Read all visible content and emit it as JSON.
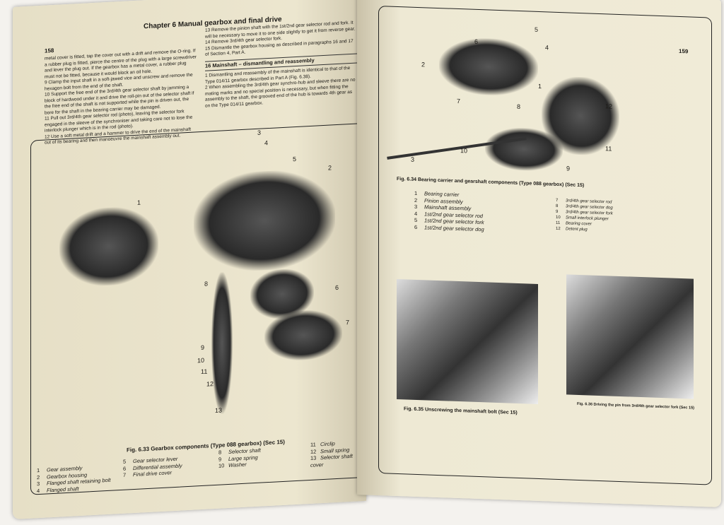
{
  "left_page": {
    "header": "Chapter 6  Manual gearbox and final drive",
    "page_number": "158",
    "column1": [
      "metal cover is fitted, tap the cover out with a drift and remove the O-ring. If a rubber plug is fitted, pierce the centre of the plug with a large screwdriver and lever the plug out. If the gearbox has a metal cover, a rubber plug must not be fitted, because it would block an oil hole.",
      "9 Clamp the input shaft in a soft-jawed vice and unscrew and remove the hexagon bolt from the end of the shaft.",
      "10 Support the free end of the 3rd/4th gear selector shaft by jamming a block of hardwood under it and drive the roll-pin out of the selector shaft if the free end of the shaft is not supported while the pin is driven out, the bore for the shaft in the bearing carrier may be damaged.",
      "11 Pull out 3rd/4th gear selector rod (photo), leaving the selector fork engaged in the sleeve of the synchroniser and taking care not to lose the interlock plunger which is in the rod (photo).",
      "12 Use a soft metal drift and a hammer to drive the end of the mainshaft out of its bearing and then manoeuvre the mainshaft assembly out."
    ],
    "column2": [
      "13 Remove the pinion shaft with the 1st/2nd gear selector rod and fork. It will be necessary to move it to one side slightly to get it from reverse gear.",
      "14 Remove 3rd/4th gear selector fork.",
      "15 Dismantle the gearbox housing as described in paragraphs 16 and 17 of Section 4, Part A."
    ],
    "section_title": "16 Mainshaft – dismantling and reassembly",
    "column2b": [
      "1 Dismantling and reassembly of the mainshaft is identical to that of the Type 014/11 gearbox described in Part A (Fig. 6.38).",
      "2 When assembling the 3rd/4th gear synchro-hub and sleeve there are no mating marks and no special position is necessary, but when fitting the assembly to the shaft, the grooved end of the hub is towards 4th gear as on the Type 014/11 gearbox."
    ],
    "callouts": [
      "3",
      "4",
      "5",
      "2",
      "1",
      "8",
      "6",
      "7",
      "9",
      "10",
      "11",
      "12",
      "13"
    ],
    "figure_caption": "Fig. 6.33 Gearbox components (Type 088 gearbox) (Sec 15)",
    "legend": [
      {
        "n": "1",
        "t": "Gear assembly"
      },
      {
        "n": "2",
        "t": "Gearbox housing"
      },
      {
        "n": "3",
        "t": "Flanged shaft retaining bolt"
      },
      {
        "n": "4",
        "t": "Flanged shaft"
      },
      {
        "n": "5",
        "t": "Gear selector lever"
      },
      {
        "n": "6",
        "t": "Differential assembly"
      },
      {
        "n": "7",
        "t": "Final drive cover"
      },
      {
        "n": "8",
        "t": "Selector shaft"
      },
      {
        "n": "9",
        "t": "Large spring"
      },
      {
        "n": "10",
        "t": "Washer"
      },
      {
        "n": "11",
        "t": "Circlip"
      },
      {
        "n": "12",
        "t": "Small spring"
      },
      {
        "n": "13",
        "t": "Selector shaft cover"
      }
    ]
  },
  "right_page": {
    "page_number": "159",
    "callouts": [
      "5",
      "6",
      "4",
      "2",
      "1",
      "7",
      "8",
      "12",
      "3",
      "10",
      "9",
      "11"
    ],
    "fig34_caption": "Fig. 6.34 Bearing carrier and gearshaft components (Type 088 gearbox) (Sec 15)",
    "fig34_legend": [
      {
        "n": "1",
        "t": "Bearing carrier"
      },
      {
        "n": "2",
        "t": "Pinion assembly"
      },
      {
        "n": "3",
        "t": "Mainshaft assembly"
      },
      {
        "n": "4",
        "t": "1st/2nd gear selector rod"
      },
      {
        "n": "5",
        "t": "1st/2nd gear selector fork"
      },
      {
        "n": "6",
        "t": "1st/2nd gear selector dog"
      },
      {
        "n": "7",
        "t": "3rd/4th gear selector rod"
      },
      {
        "n": "8",
        "t": "3rd/4th gear selector dog"
      },
      {
        "n": "9",
        "t": "3rd/4th gear selector fork"
      },
      {
        "n": "10",
        "t": "Small interlock plunger"
      },
      {
        "n": "11",
        "t": "Bearing cover"
      },
      {
        "n": "12",
        "t": "Detent plug"
      }
    ],
    "fig35_caption": "Fig. 6.35 Unscrewing the mainshaft bolt (Sec 15)",
    "fig36_caption": "Fig. 6.36 Driving the pin from 3rd/4th gear selector fork (Sec 15)"
  }
}
